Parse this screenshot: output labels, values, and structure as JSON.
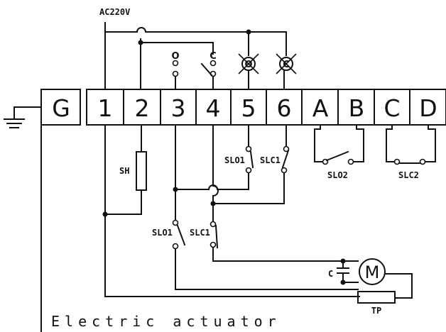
{
  "supply_label": "AC220V",
  "terminals": [
    "G",
    "1",
    "2",
    "3",
    "4",
    "5",
    "6",
    "A",
    "B",
    "C",
    "D"
  ],
  "selector_labels": {
    "open": "O",
    "close": "C"
  },
  "lamp_labels": {
    "open": "O",
    "close": "C"
  },
  "switch_labels": {
    "slo1_top": "SLO1",
    "slc1_top": "SLC1",
    "slo1_bottom": "SLO1",
    "slc1_bottom": "SLC1",
    "slo2": "SLO2",
    "slc2": "SLC2"
  },
  "heater_label": "SH",
  "capacitor_label": "C",
  "motor_label": "M",
  "potentiometer_label": "TP",
  "caption": "Electric actuator"
}
